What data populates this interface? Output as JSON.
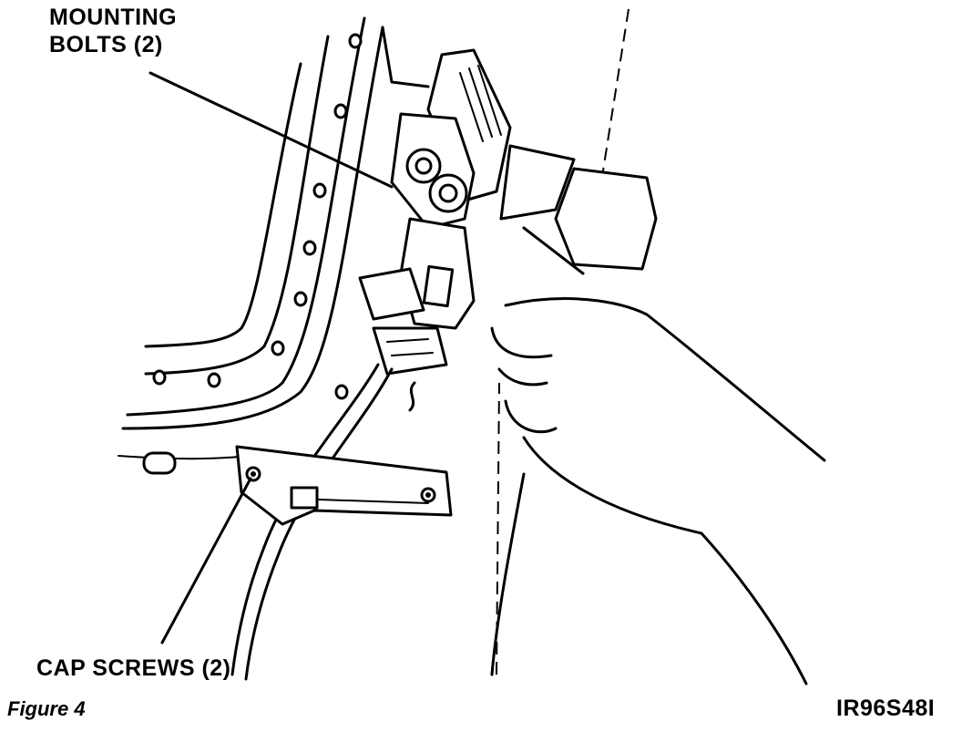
{
  "labels": {
    "mounting_bolts": [
      "MOUNTING",
      "BOLTS (2)"
    ],
    "cap_screws": "CAP SCREWS (2)",
    "figure_caption": "Figure 4",
    "illustration_code": "IR96S48I"
  },
  "colors": {
    "ink": "#000000",
    "paper": "#ffffff"
  }
}
